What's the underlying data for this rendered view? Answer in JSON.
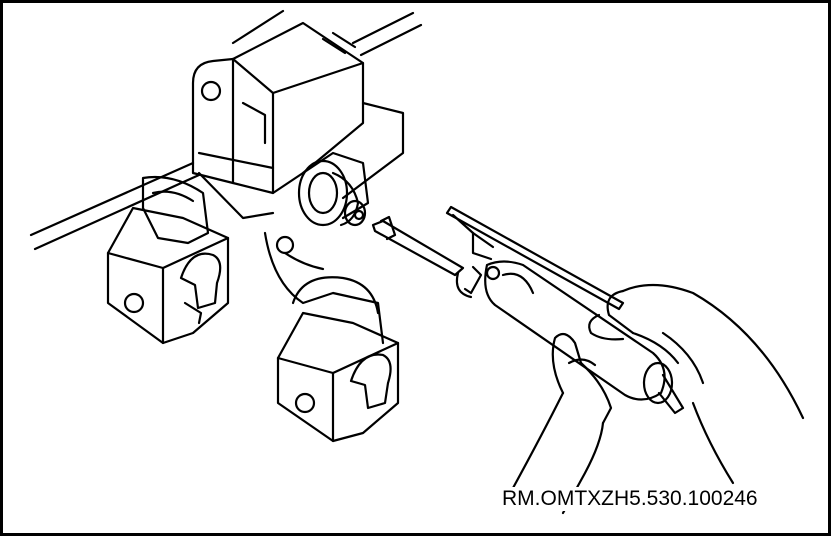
{
  "figure": {
    "reference_code": "RM.OMTXZH5.530.100246",
    "line_color": "#000000",
    "background_color": "#ffffff"
  },
  "parts": [
    "frame-beam",
    "pivot-bracket",
    "left-clamp-block",
    "right-clamp-block",
    "lubrication-fitting",
    "grease-gun",
    "left-hand",
    "right-hand"
  ]
}
